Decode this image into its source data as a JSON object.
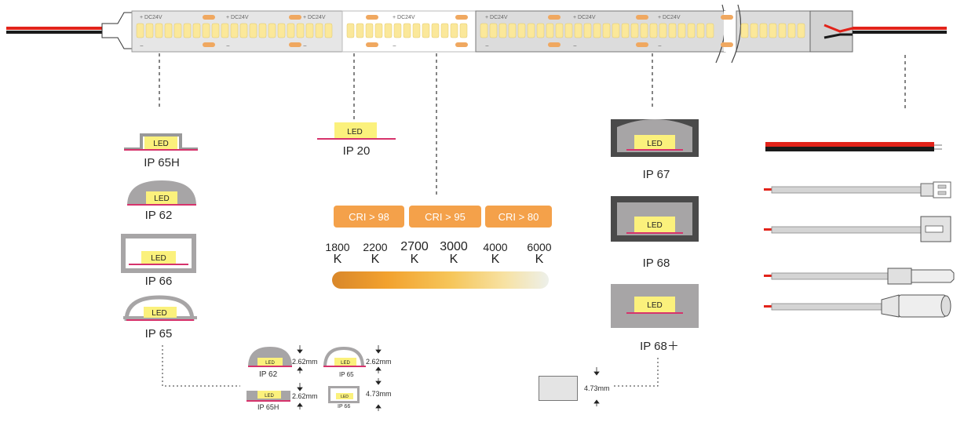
{
  "strip": {
    "voltage_label": "DC24V",
    "plus": "+",
    "minus": "−"
  },
  "ip_types": {
    "ip65h": "IP 65H",
    "ip62": "IP 62",
    "ip66": "IP 66",
    "ip65": "IP 65",
    "ip20": "IP 20",
    "ip67": "IP 67",
    "ip68": "IP 68",
    "ip68plus": "IP 68＋",
    "led_label": "LED"
  },
  "cri": [
    {
      "label": "CRI > 98"
    },
    {
      "label": "CRI > 95"
    },
    {
      "label": "CRI > 80"
    }
  ],
  "kelvin": [
    {
      "value": "1800",
      "unit": "K"
    },
    {
      "value": "2200",
      "unit": "K"
    },
    {
      "value": "2700",
      "unit": "K"
    },
    {
      "value": "3000",
      "unit": "K"
    },
    {
      "value": "4000",
      "unit": "K"
    },
    {
      "value": "6000",
      "unit": "K"
    }
  ],
  "profiles": {
    "ip62": "IP 62",
    "ip65": "IP 65",
    "ip65h": "IP 65H",
    "ip66": "IP 66",
    "h1": "2.62mm",
    "h2": "2.62mm",
    "h3": "2.62mm",
    "h4": "4.73mm",
    "h5": "4.73mm"
  },
  "colors": {
    "wire_red": "#e2231a",
    "wire_black": "#1a1a1a",
    "led_yellow": "#fbf17c",
    "pcb_pink": "#d6336c",
    "silicone_gray": "#a7a5a6",
    "cri_orange": "#f4a14a"
  }
}
